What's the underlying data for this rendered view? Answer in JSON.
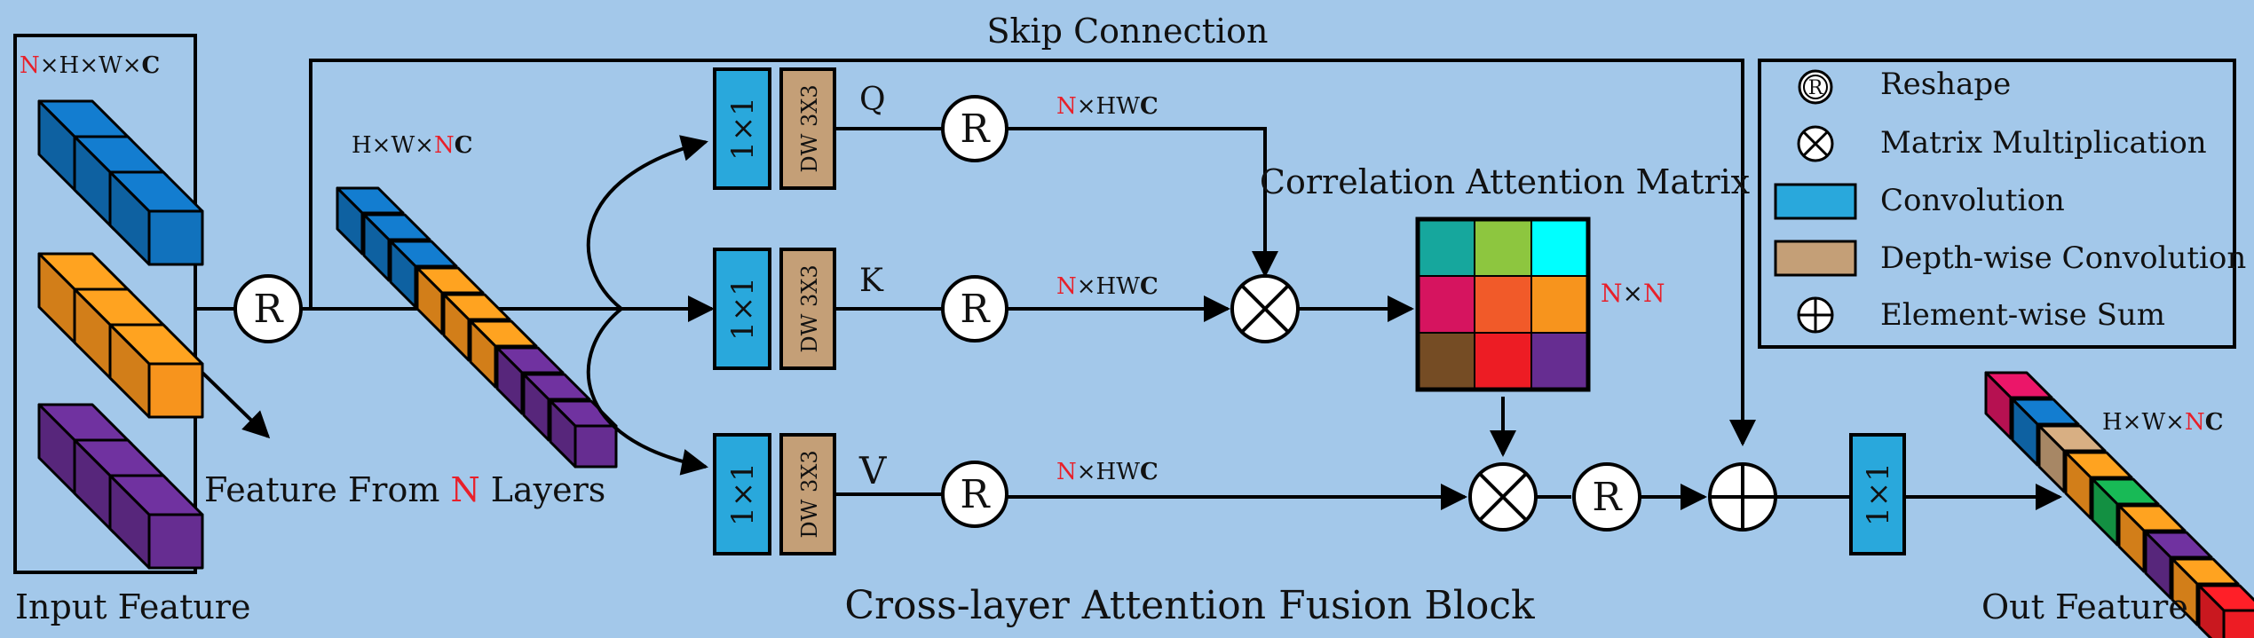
{
  "colors": {
    "background": "#a3c8ea",
    "conv": "#29a8dc",
    "dwconv": "#c49f77",
    "blue_cube": "#1172bd",
    "orange_cube": "#f7941d",
    "purple_cube": "#662d91",
    "red_accent": "#e8202a"
  },
  "title": "Cross-layer Attention Fusion Block",
  "skip_label": "Skip Connection",
  "input": {
    "caption": "Input Feature",
    "dims": {
      "n": "N",
      "rest": "×H×W×",
      "c": "C"
    },
    "feature_from": {
      "prefix": "Feature From ",
      "n": "N",
      "suffix": " Layers"
    }
  },
  "reshaped_dims": {
    "pre": "H×W×",
    "n": "N",
    "c": "C"
  },
  "branches": {
    "conv_label": "1×1",
    "dw_label": "DW 3X3",
    "q": "Q",
    "k": "K",
    "v": "V",
    "reshape_dims": {
      "n": "N",
      "mid": "×HW",
      "c": "C"
    }
  },
  "reshape_symbol": "R",
  "matrix": {
    "title": "Correlation Attention Matrix",
    "dims": {
      "a": "N",
      "x": "×",
      "b": "N"
    },
    "cells": [
      "#16a79d",
      "#8dc63f",
      "#00ffff",
      "#d6145f",
      "#f15a29",
      "#f7941d",
      "#754c24",
      "#ed1c24",
      "#662d91"
    ]
  },
  "final_conv_label": "1×1",
  "output": {
    "caption": "Out Feature",
    "dims": {
      "pre": "H×W×",
      "n": "N",
      "c": "C"
    },
    "cube_colors": [
      "#d6145f",
      "#1172bd",
      "#c49f77",
      "#f7941d",
      "#16a94e",
      "#f7941d",
      "#662d91",
      "#f7941d",
      "#ed1c24"
    ]
  },
  "legend": {
    "reshape": "Reshape",
    "matmul": "Matrix Multiplication",
    "conv": "Convolution",
    "dwconv": "Depth-wise Convolution",
    "sum": "Element-wise Sum"
  }
}
